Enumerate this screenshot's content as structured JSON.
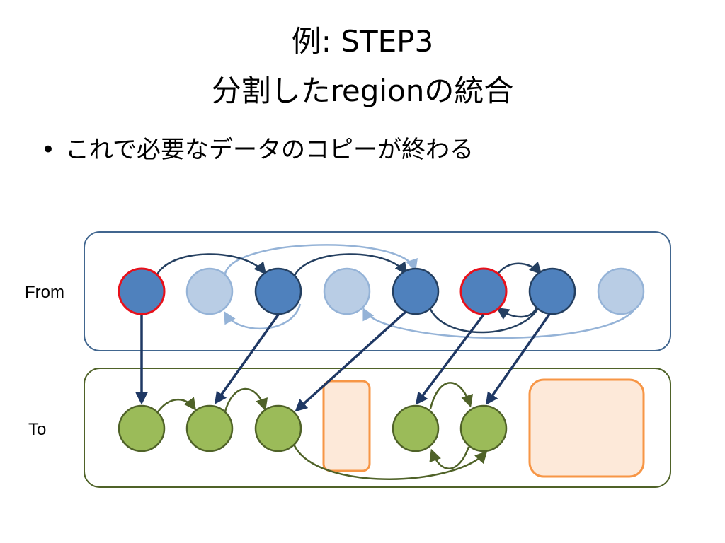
{
  "slide": {
    "title_line1": "例: STEP3",
    "title_line2": "分割したregionの統合",
    "bullet_marker": "•",
    "bullet_text": "これで必要なデータのコピーが終わる"
  },
  "diagram": {
    "from_label": "From",
    "to_label": "To",
    "colors": {
      "from_border": "#41668f",
      "to_border": "#4f6228",
      "node_dark_fill": "#4f81bd",
      "node_dark_stroke": "#243f60",
      "node_light_fill": "#b9cde5",
      "node_light_stroke": "#95b3d7",
      "root_stroke": "#e8101a",
      "to_fill": "#9bbb59",
      "to_stroke": "#4f6228",
      "free_fill": "#fde9d9",
      "free_stroke": "#f79646",
      "copy_arrow": "#1f3864"
    }
  }
}
